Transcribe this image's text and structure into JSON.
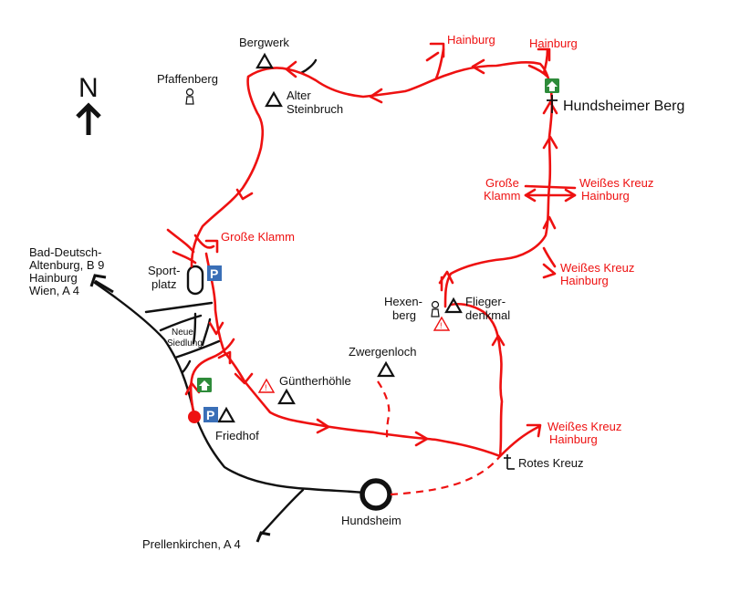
{
  "compass": {
    "label": "N"
  },
  "places": {
    "pfaffenberg": "Pfaffenberg",
    "bergwerk": "Bergwerk",
    "alter_steinbruch_1": "Alter",
    "alter_steinbruch_2": "Steinbruch",
    "hainburg_top_left": "Hainburg",
    "hainburg_top_right": "Hainburg",
    "hundsheimer_berg": "Hundsheimer Berg",
    "grosse_klamm_right_1": "Große",
    "grosse_klamm_right_2": "Klamm",
    "weisses_kreuz_1a": "Weißes Kreuz",
    "weisses_kreuz_1b": "Hainburg",
    "weisses_kreuz_2a": "Weißes Kreuz",
    "weisses_kreuz_2b": "Hainburg",
    "weisses_kreuz_3a": "Weißes Kreuz",
    "weisses_kreuz_3b": "Hainburg",
    "grosse_klamm_left": "Große Klamm",
    "bad_deutsch_1": "Bad-Deutsch-",
    "bad_deutsch_2": "Altenburg, B 9",
    "bad_deutsch_3": "Hainburg",
    "bad_deutsch_4": "Wien, A 4",
    "sportplatz_1": "Sport-",
    "sportplatz_2": "platz",
    "neue_siedlung_1": "Neue",
    "neue_siedlung_2": "Siedlung",
    "hexenberg_1": "Hexen-",
    "hexenberg_2": "berg",
    "fliegerdenkmal_1": "Flieger-",
    "fliegerdenkmal_2": "denkmal",
    "zwergenloch": "Zwergenloch",
    "guentherhoehle": "Güntherhöhle",
    "friedhof": "Friedhof",
    "rotes_kreuz": "Rotes Kreuz",
    "hundsheim": "Hundsheim",
    "prellenkirchen": "Prellenkirchen, A 4"
  },
  "parking": {
    "label": "P"
  },
  "colors": {
    "trail": "#ee1111",
    "road": "#111111",
    "parking": "#3a6fb7",
    "hut": "#2e8b3a",
    "start_point": "#ee1111"
  },
  "icons": [
    "north-arrow-icon",
    "peak-icon",
    "cross-icon",
    "parking-icon",
    "hut-icon",
    "warning-icon",
    "lookout-icon",
    "start-point-icon"
  ]
}
